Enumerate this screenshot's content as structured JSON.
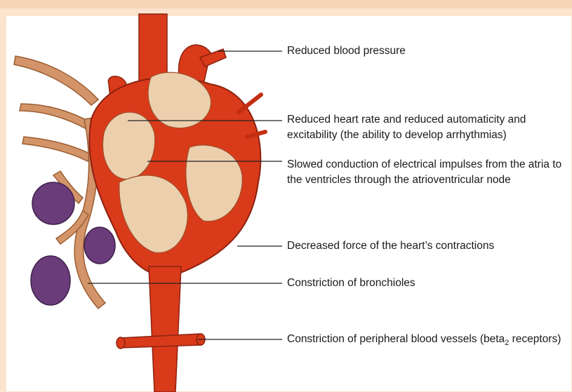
{
  "labels": {
    "blood_pressure": "Reduced blood pressure",
    "heart_rate": "Reduced heart rate and reduced automaticity and excitability (the ability to develop arrhythmias)",
    "conduction": "Slowed conduction of electrical impulses from the atria to the ventricles through the atrioventricular node",
    "force": "Decreased force of the heart’s contractions",
    "bronchioles": "Constriction of bronchioles",
    "peripheral_prefix": "Constriction of peripheral blood vessels (beta",
    "peripheral_sub": "2",
    "peripheral_suffix": " receptors)"
  },
  "colors": {
    "background": "#fbe3ce",
    "panel": "#ffffff",
    "heart_red": "#d93a1a",
    "heart_dark": "#a82810",
    "heart_inner": "#e8c9a6",
    "bronchi": "#c98a5a",
    "alveoli": "#6a3c7a",
    "leader_line": "#222222"
  }
}
